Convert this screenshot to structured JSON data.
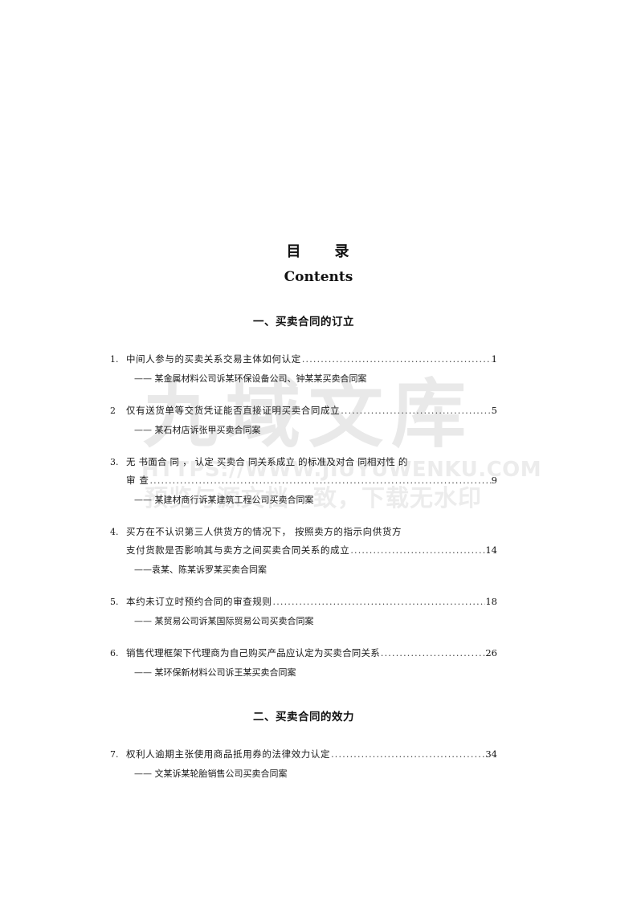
{
  "document": {
    "title_cn": "目　　录",
    "title_en": "Contents"
  },
  "watermark": {
    "brand": "九域文库",
    "url": "HTTPS://WWW.JIUYUWENKU.COM",
    "tagline": "预览与源文档一致，下载无水印",
    "color": "#ececec"
  },
  "sections": [
    {
      "heading": "一、买卖合同的订立",
      "entries": [
        {
          "number": "1.",
          "title": "中间人参与的买卖关系交易主体如何认定",
          "page": "1",
          "subtitle": "——  某金属材料公司诉某环保设备公司、钟某某买卖合同案"
        },
        {
          "number": "2",
          "title": "仅有送货单等交货凭证能否直接证明买卖合同成立",
          "page": "5",
          "subtitle": "——  某石材店诉张甲买卖合同案"
        },
        {
          "number": "3.",
          "title_line1": "无 书面合 同 ，  认定 买卖合 同关系成立 的标准及对合 同相对性 的",
          "title_line2": "审 查",
          "page": "9",
          "subtitle": "——  某建材商行诉某建筑工程公司买卖合同案"
        },
        {
          "number": "4.",
          "title_line1": "买方在不认识第三人供货方的情况下，  按照卖方的指示向供货方",
          "title_line2": "支付货款是否影响其与卖方之间买卖合同关系的成立",
          "page": "14",
          "subtitle": "——袁某、陈某诉罗某买卖合同案"
        },
        {
          "number": "5.",
          "title": "本约未订立时预约合同的审查规则",
          "page": "18",
          "subtitle": "——  某贸易公司诉某国际贸易公司买卖合同案"
        },
        {
          "number": "6.",
          "title": "销售代理框架下代理商为自己购买产品应认定为买卖合同关系",
          "page": "26",
          "subtitle": "——  某环保新材料公司诉王某买卖合同案"
        }
      ]
    },
    {
      "heading": "二、买卖合同的效力",
      "entries": [
        {
          "number": "7.",
          "title": "权利人逾期主张使用商品抵用券的法律效力认定",
          "page": "34",
          "subtitle": "——  文某诉某轮胎销售公司买卖合同案"
        }
      ]
    }
  ],
  "dot_leader": "............................................................................................................................"
}
